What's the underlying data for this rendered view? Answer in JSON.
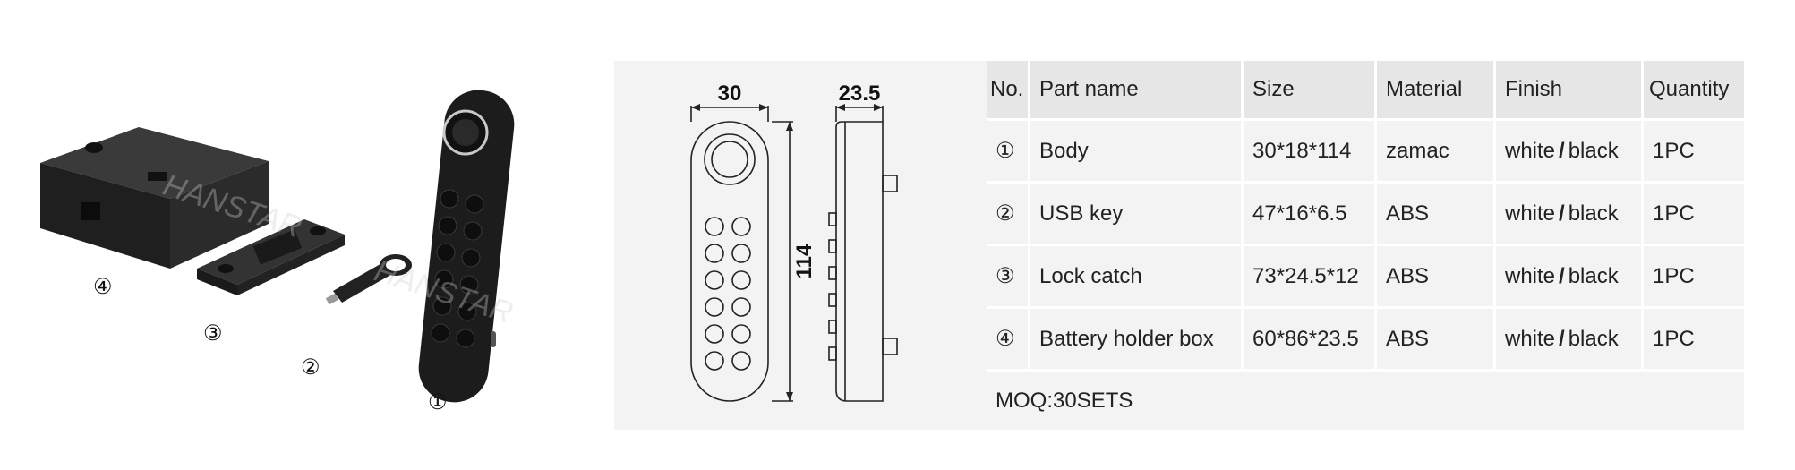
{
  "callouts": [
    "④",
    "③",
    "②",
    "①"
  ],
  "watermark": "HANSTAR",
  "drawing": {
    "width_dim": "30",
    "depth_dim": "23.5",
    "height_dim": "114"
  },
  "table": {
    "headers": [
      "No.",
      "Part name",
      "Size",
      "Material",
      "Finish",
      "Quantity"
    ],
    "rows": [
      {
        "no": "①",
        "name": "Body",
        "size": "30*18*114",
        "material": "zamac",
        "finish_a": "white",
        "finish_b": "black",
        "qty": "1PC"
      },
      {
        "no": "②",
        "name": "USB key",
        "size": "47*16*6.5",
        "material": "ABS",
        "finish_a": "white",
        "finish_b": "black",
        "qty": "1PC"
      },
      {
        "no": "③",
        "name": "Lock catch",
        "size": "73*24.5*12",
        "material": "ABS",
        "finish_a": "white",
        "finish_b": "black",
        "qty": "1PC"
      },
      {
        "no": "④",
        "name": "Battery holder box",
        "size": "60*86*23.5",
        "material": "ABS",
        "finish_a": "white",
        "finish_b": "black",
        "qty": "1PC"
      }
    ],
    "finish_separator": "/",
    "footer": "MOQ:30SETS"
  }
}
